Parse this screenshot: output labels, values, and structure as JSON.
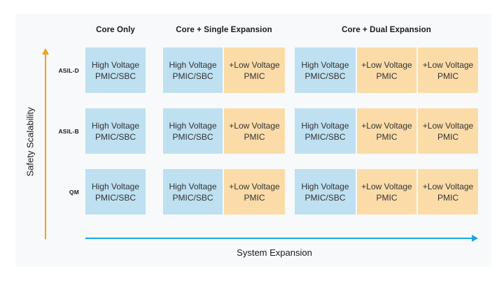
{
  "figure": {
    "y_axis_label": "Safety Scalability",
    "x_axis_label": "System Expansion"
  },
  "icons": {
    "y_axis_arrow": "up-arrow",
    "x_axis_arrow": "right-arrow"
  },
  "colors": {
    "panel_bg": "#F7F9FA",
    "blue_cell": "#BEE0F1",
    "orange_cell": "#FBDCA8",
    "y_arrow": "#F9A01B",
    "x_arrow": "#1CA7DD",
    "cell_text": "#333333",
    "heading_text": "#1A1A1A"
  },
  "grid": {
    "row_labels": [
      "ASIL-D",
      "ASIL-B",
      "QM"
    ],
    "groups": [
      {
        "header": "Core Only",
        "cells": [
          {
            "type": "blue",
            "lines": [
              "High Voltage",
              "PMIC/SBC"
            ]
          }
        ]
      },
      {
        "header": "Core + Single Expansion",
        "cells": [
          {
            "type": "blue",
            "lines": [
              "High Voltage",
              "PMIC/SBC"
            ]
          },
          {
            "type": "orange",
            "lines": [
              "+Low Voltage",
              "PMIC"
            ]
          }
        ]
      },
      {
        "header": "Core + Dual Expansion",
        "cells": [
          {
            "type": "blue",
            "lines": [
              "High Voltage",
              "PMIC/SBC"
            ]
          },
          {
            "type": "orange",
            "lines": [
              "+Low Voltage",
              "PMIC"
            ]
          },
          {
            "type": "orange",
            "lines": [
              "+Low Voltage",
              "PMIC"
            ]
          }
        ]
      }
    ]
  }
}
